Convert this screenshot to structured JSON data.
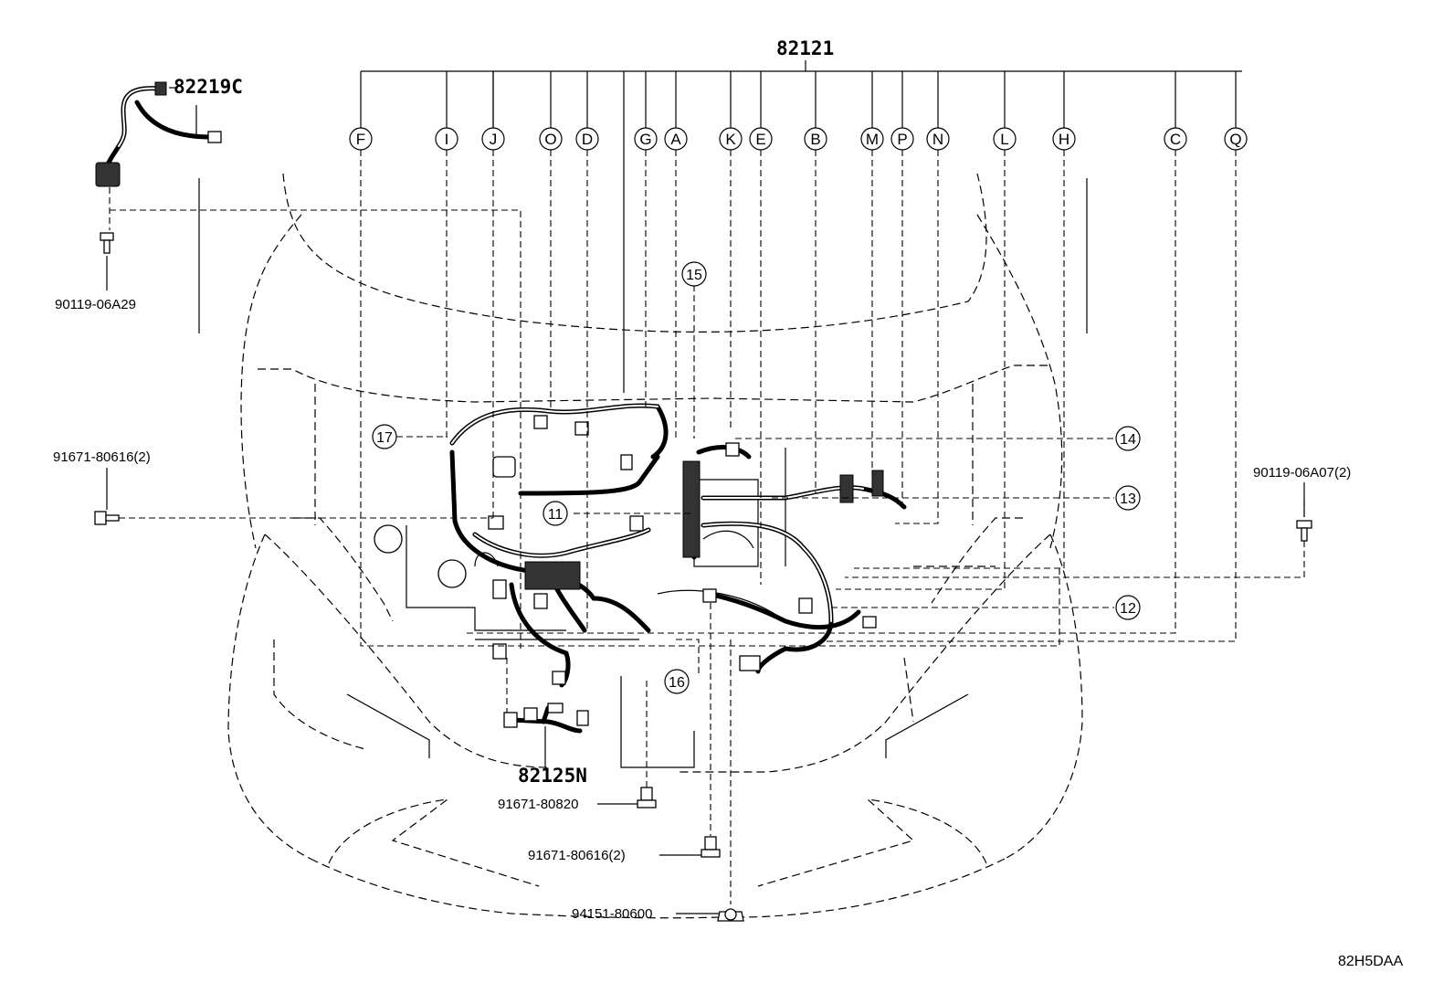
{
  "diagram": {
    "main_part": "82121",
    "sub_parts": {
      "top_left": "82219C",
      "bottom": "82125N"
    },
    "callouts": [
      "F",
      "I",
      "J",
      "O",
      "D",
      "G",
      "A",
      "K",
      "E",
      "B",
      "M",
      "P",
      "N",
      "L",
      "H",
      "C",
      "Q"
    ],
    "points": [
      "11",
      "12",
      "13",
      "14",
      "15",
      "16",
      "17"
    ],
    "fasteners": {
      "top_left": "90119-06A29",
      "left": "91671-80616(2)",
      "right": "90119-06A07(2)",
      "bottom_1": "91671-80820",
      "bottom_2": "91671-80616(2)",
      "bottom_3": "94151-80600"
    },
    "figure_code": "82H5DAA"
  }
}
